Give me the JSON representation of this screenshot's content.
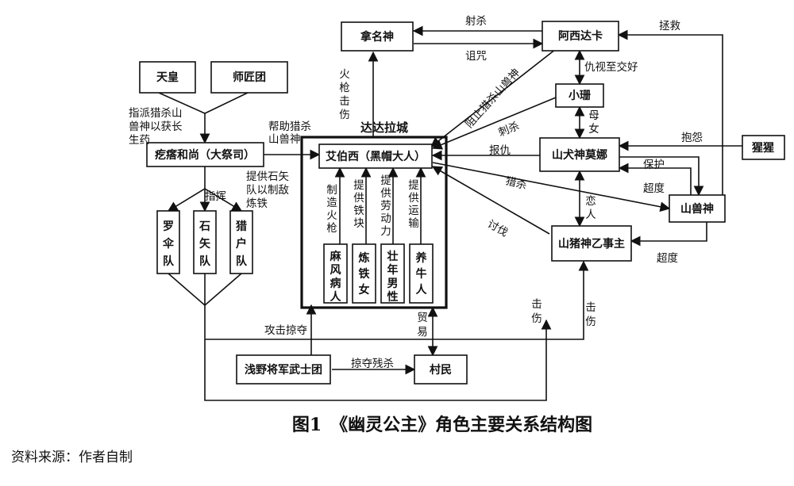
{
  "figure": {
    "caption": "图1　《幽灵公主》角色主要关系结构图",
    "source": "资料来源：作者自制"
  },
  "nodes": {
    "tianhuang": "天皇",
    "shijiangtuan": "师匠团",
    "jiechu": "疙瘩和尚（大祭司）",
    "dadala": "达达拉城",
    "aiboxi": "艾伯西（黑帽大人）",
    "luosandui": "罗伞队",
    "shishidui": "石矢队",
    "liehudui": "猎户队",
    "mafeng": "麻风病人",
    "liantienv": "炼铁女",
    "zhuangnian": "壮年男性",
    "yangniu": "养牛人",
    "qianye": "浅野将军武士团",
    "cunmin": "村民",
    "namingshen": "拿名神",
    "axidaka": "阿西达卡",
    "xiaoshan": "小珊",
    "shanquanshen": "山犬神莫娜",
    "shanshoushen": "山兽神",
    "shanzhushen": "山猪神乙事主",
    "xingxing": "猩猩"
  },
  "edges": {
    "zhipai": "指派猎杀山兽神以获长生药",
    "bangzhu": "帮助猎杀山兽神",
    "huoqiang": "火枪击伤",
    "tigong_shishi": "提供石矢队以制敌炼铁",
    "zhihui": "指挥",
    "zhizao": "制造火枪",
    "tiekuai": "提供铁块",
    "laodongli": "提供劳动力",
    "yunshu": "提供运输",
    "gongji": "攻击掠夺",
    "maoyi": "贸易",
    "lueduo": "掠夺残杀",
    "jishang1": "击伤",
    "jishang2": "击伤",
    "shesha": "射杀",
    "zuzhou": "诅咒",
    "zuzhi": "阻止猎杀山兽神",
    "chousi": "仇视至交好",
    "cisha": "刺杀",
    "munv": "母女",
    "baochou": "报仇",
    "baoyuan": "抱怨",
    "baohu": "保护",
    "chaodu1": "超度",
    "chaodu2": "超度",
    "zhengjiu": "拯救",
    "liesha": "猎杀",
    "taofa": "讨伐",
    "lianren": "恋人"
  }
}
